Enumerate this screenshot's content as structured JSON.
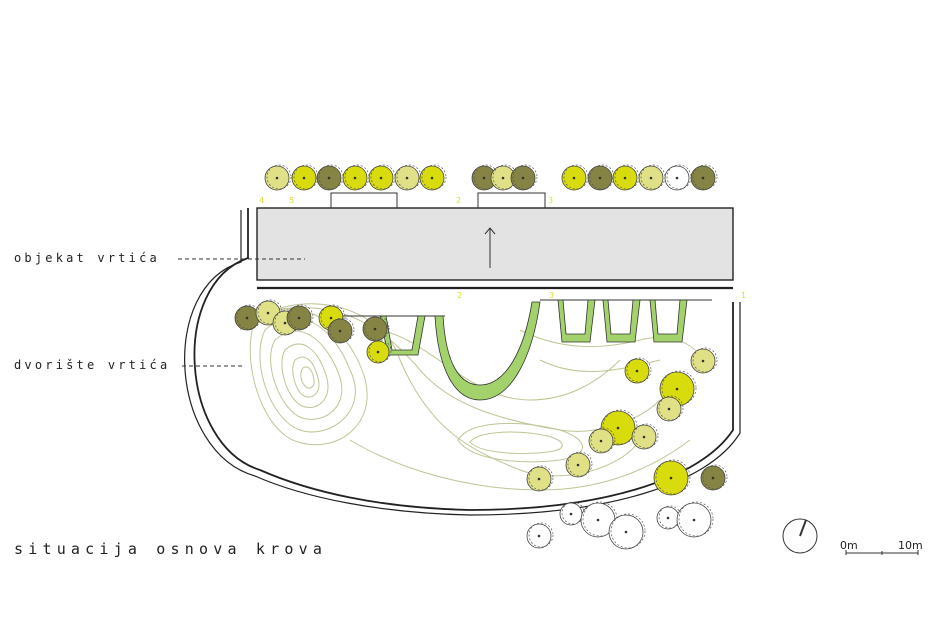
{
  "labels": {
    "building": "objekat vrtića",
    "courtyard": "dvorište vrtića",
    "title": "situacija osnova krova"
  },
  "scale_bar": {
    "start": "0m",
    "end": "10m"
  },
  "markers": [
    "4",
    "5",
    "2",
    "3",
    "2",
    "3",
    "1"
  ],
  "colors": {
    "yellow": "#d9dc0c",
    "pale": "#e0e087",
    "olive": "#858444",
    "green_fill": "#a3d16c",
    "roof": "#e3e3e3",
    "contour": "#bfc595"
  },
  "tree_types": [
    "yellow",
    "pale",
    "olive",
    "empty"
  ],
  "icons": [
    "north-arrow-icon",
    "scale-bar-icon",
    "tree-icon",
    "direction-arrow-icon"
  ]
}
